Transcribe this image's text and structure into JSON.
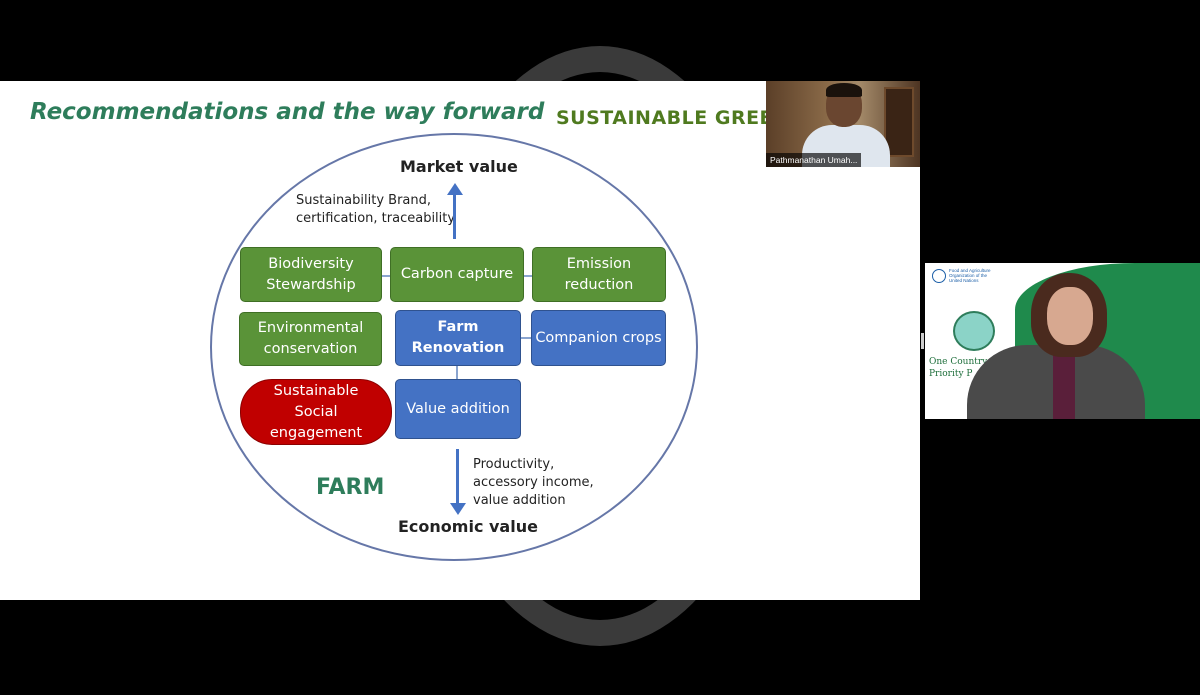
{
  "slide": {
    "title": "Recommendations and the way forward",
    "subtitle": "SUSTAINABLE GREEN (",
    "top_label": "Market value",
    "top_note": "Sustainability Brand, certification, traceability",
    "bottom_label": "Economic value",
    "bottom_note": "Productivity, accessory income, value addition",
    "farm_label": "FARM",
    "boxes": {
      "biodiversity": "Biodiversity Stewardship",
      "carbon": "Carbon capture",
      "emission": "Emission reduction",
      "environmental": "Environmental conservation",
      "farm_renovation": "Farm Renovation",
      "companion": "Companion crops",
      "social": "Sustainable Social engagement",
      "value_addition": "Value addition"
    }
  },
  "participants": [
    {
      "name": "Pathmanathan Umah..."
    },
    {
      "banner": "One Country One Priority P"
    }
  ],
  "colors": {
    "green_box": "#5a9338",
    "blue_box": "#4472c4",
    "red_box": "#c00000",
    "title_green": "#2e7d5b"
  }
}
